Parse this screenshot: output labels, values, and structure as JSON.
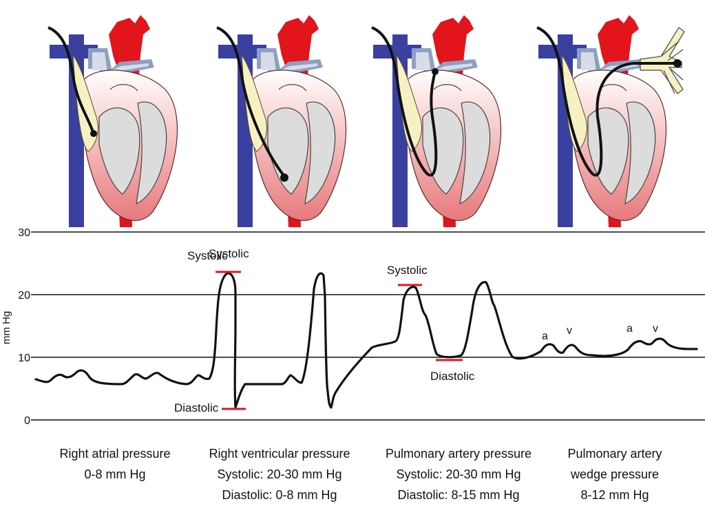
{
  "colors": {
    "artery": "#e2141c",
    "vein": "#3a40a0",
    "vein_light": "#c8d2e0",
    "heart_wall": "#f0a8a8",
    "heart_inner": "#d9d9d9",
    "atrium": "#f6f1c2",
    "catheter": "#111111",
    "marker": "#e2141c",
    "trace": "#111111"
  },
  "panels": [
    {
      "catheter_position": "right-atrium"
    },
    {
      "catheter_position": "right-ventricle"
    },
    {
      "catheter_position": "pulmonary-artery"
    },
    {
      "catheter_position": "pulmonary-wedge"
    }
  ],
  "chart": {
    "ylabel": "mm Hg",
    "yticks": [
      "0",
      "10",
      "20",
      "30"
    ],
    "ylim": [
      0,
      30
    ],
    "gridlines": [
      0,
      10,
      20,
      30
    ],
    "annotations": {
      "rv_systolic": "Systolic",
      "rv_systolic_overlap": "Systolic",
      "rv_diastolic": "Diastolic",
      "pa_systolic": "Systolic",
      "pa_diastolic": "Diastolic",
      "wedge_a1": "a",
      "wedge_v1": "v",
      "wedge_a2": "a",
      "wedge_v2": "v"
    }
  },
  "chart_data": {
    "type": "line",
    "xlabel": "",
    "ylabel": "mm Hg",
    "ylim": [
      0,
      30
    ],
    "grid": true,
    "segments": [
      {
        "region": "Right atrial pressure",
        "range": [
          0,
          8
        ]
      },
      {
        "region": "Right ventricular pressure",
        "systolic": [
          20,
          30
        ],
        "diastolic": [
          0,
          8
        ],
        "peak": 23.2,
        "trough": 1.8
      },
      {
        "region": "Pulmonary artery pressure",
        "systolic": [
          20,
          30
        ],
        "diastolic": [
          8,
          15
        ],
        "peak": 21.7,
        "trough": 9.7
      },
      {
        "region": "Pulmonary artery wedge pressure",
        "range": [
          8,
          12
        ],
        "a_wave": 11.5,
        "v_wave": 11.4
      }
    ]
  },
  "captions": [
    {
      "lines": [
        "Right atrial pressure",
        "0-8 mm Hg"
      ]
    },
    {
      "lines": [
        "Right ventricular pressure",
        "Systolic: 20-30 mm Hg",
        "Diastolic: 0-8 mm Hg"
      ]
    },
    {
      "lines": [
        "Pulmonary artery pressure",
        "Systolic: 20-30 mm Hg",
        "Diastolic: 8-15 mm Hg"
      ]
    },
    {
      "lines": [
        "Pulmonary artery",
        "wedge pressure",
        "8-12 mm Hg"
      ]
    }
  ]
}
